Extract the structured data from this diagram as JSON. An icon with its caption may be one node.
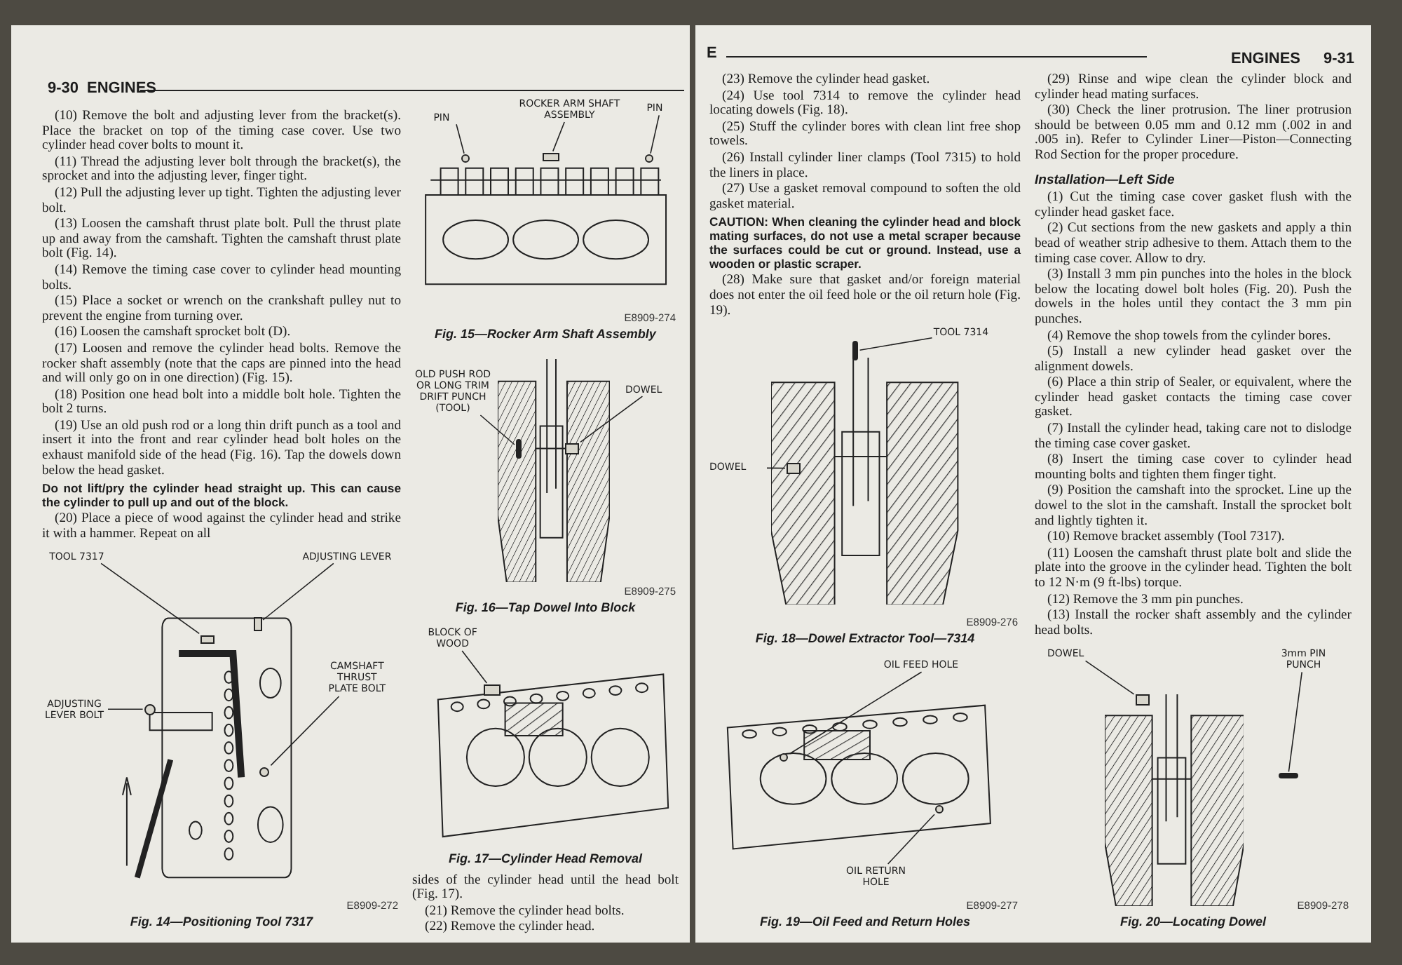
{
  "diagram": {
    "nodes": [
      {
        "text": [
          "TOOL 7317"
        ]
      },
      {
        "text": [
          "ADJUSTING LEVER"
        ]
      },
      {
        "text": [
          "ADJUSTING LEVER BOLT"
        ]
      },
      {
        "text": [
          "CAMSHAFT THRUST PLATE BOLT"
        ]
      },
      {
        "text": [
          "PIN"
        ]
      },
      {
        "text": [
          "ROCKER ARM SHAFT ASSEMBLY"
        ]
      },
      {
        "text": [
          "PIN"
        ]
      },
      {
        "text": [
          "OLD PUSH ROD OR LONG TRIM DRIFT PUNCH (TOOL)"
        ]
      },
      {
        "text": [
          "DOWEL"
        ]
      },
      {
        "text": [
          "BLOCK OF WOOD"
        ]
      },
      {
        "text": [
          "TOOL 7314"
        ]
      },
      {
        "text": [
          "DOWEL"
        ]
      },
      {
        "text": [
          "OIL FEED HOLE"
        ]
      },
      {
        "text": [
          "OIL RETURN HOLE"
        ]
      },
      {
        "text": [
          "DOWEL"
        ]
      },
      {
        "text": [
          "3mm PIN PUNCH"
        ]
      },
      {
        "text": [],
        "shape": "box"
      },
      {
        "text": [],
        "shape": "box"
      },
      {
        "text": [],
        "shape": "circle"
      },
      {
        "text": [],
        "shape": "circle"
      },
      {
        "text": [],
        "shape": "circle"
      },
      {
        "text": [],
        "shape": "box"
      },
      {
        "text": [],
        "shape": "circle"
      },
      {
        "text": [],
        "shape": "bar"
      },
      {
        "text": [],
        "shape": "box"
      },
      {
        "text": [],
        "shape": "box"
      },
      {
        "text": [],
        "shape": "bar"
      },
      {
        "text": [],
        "shape": "box"
      },
      {
        "text": [],
        "shape": "circle"
      },
      {
        "text": [],
        "shape": "circle"
      },
      {
        "text": [],
        "shape": "box"
      },
      {
        "text": [],
        "shape": "bar"
      }
    ],
    "edges": [
      {
        "from": 0,
        "to": 16,
        "arrow": "none"
      },
      {
        "from": 1,
        "to": 17,
        "arrow": "none"
      },
      {
        "from": 2,
        "to": 18,
        "arrow": "none"
      },
      {
        "from": 3,
        "to": 19,
        "arrow": "none"
      },
      {
        "from": 4,
        "to": 20,
        "arrow": "none"
      },
      {
        "from": 5,
        "to": 21,
        "arrow": "none"
      },
      {
        "from": 6,
        "to": 22,
        "arrow": "none"
      },
      {
        "from": 7,
        "to": 23,
        "arrow": "none"
      },
      {
        "from": 8,
        "to": 24,
        "arrow": "none"
      },
      {
        "from": 9,
        "to": 25,
        "arrow": "none"
      },
      {
        "from": 10,
        "to": 26,
        "arrow": "none"
      },
      {
        "from": 11,
        "to": 27,
        "arrow": "none"
      },
      {
        "from": 12,
        "to": 28,
        "arrow": "none"
      },
      {
        "from": 13,
        "to": 29,
        "arrow": "none"
      },
      {
        "from": 14,
        "to": 30,
        "arrow": "none"
      },
      {
        "from": 15,
        "to": 31,
        "arrow": "none"
      }
    ],
    "labels": [
      "9-30",
      "ENGINES",
      "(10) Remove the bolt and adjusting lever from the bracket(s). Place the bracket on top of the timing case cover. Use two cylinder head cover bolts to mount it.",
      "(11) Thread the adjusting lever bolt through the bracket(s), the sprocket and into the adjusting lever, finger tight.",
      "(12) Pull the adjusting lever up tight. Tighten the adjusting lever bolt.",
      "(13) Loosen the camshaft thrust plate bolt. Pull the thrust plate up and away from the camshaft. Tighten the camshaft thrust plate bolt (Fig. 14).",
      "(14) Remove the timing case cover to cylinder head mounting bolts.",
      "(15) Place a socket or wrench on the crankshaft pulley nut to prevent the engine from turning over.",
      "(16) Loosen the camshaft sprocket bolt (D).",
      "(17) Loosen and remove the cylinder head bolts. Remove the rocker shaft assembly (note that the caps are pinned into the head and will only go on in one direction) (Fig. 15).",
      "(18) Position one head bolt into a middle bolt hole. Tighten the bolt 2 turns.",
      "(19) Use an old push rod or a long thin drift punch as a tool and insert it into the front and rear cylinder head bolt holes on the exhaust manifold side of the head (Fig. 16). Tap the dowels down below the head gasket.",
      "Do not lift/pry the cylinder head straight up. This can cause the cylinder to pull up and out of the block.",
      "(20) Place a piece of wood against the cylinder head and strike it with a hammer. Repeat on all",
      "E8909-272",
      "Fig. 14—Positioning Tool 7317",
      "E8909-274",
      "Fig. 15—Rocker Arm Shaft Assembly",
      "E8909-275",
      "Fig. 16—Tap Dowel Into Block",
      "Fig. 17—Cylinder Head Removal",
      "sides of the cylinder head until the head bolt (Fig. 17).",
      "(21) Remove the cylinder head bolts.",
      "(22) Remove the cylinder head.",
      "E",
      "ENGINES",
      "9-31",
      "(23) Remove the cylinder head gasket.",
      "(24) Use tool 7314 to remove the cylinder head locating dowels (Fig. 18).",
      "(25) Stuff the cylinder bores with clean lint free shop towels.",
      "(26) Install cylinder liner clamps (Tool 7315) to hold the liners in place.",
      "(27) Use a gasket removal compound to soften the old gasket material.",
      "CAUTION: When cleaning the cylinder head and block mating surfaces, do not use a metal scraper because the surfaces could be cut or ground. Instead, use a wooden or plastic scraper.",
      "(28) Make sure that gasket and/or foreign material does not enter the oil feed hole or the oil return hole (Fig. 19).",
      "E8909-276",
      "Fig. 18—Dowel Extractor Tool—7314",
      "E8909-277",
      "Fig. 19—Oil Feed and Return Holes",
      "(29) Rinse and wipe clean the cylinder block and cylinder head mating surfaces.",
      "(30) Check the liner protrusion. The liner protrusion should be between 0.05 mm and 0.12 mm (.002 in and .005 in). Refer to Cylinder Liner—Piston—Connecting Rod Section for the proper procedure.",
      "Installation—Left Side",
      "(1) Cut the timing case cover gasket flush with the cylinder head gasket face.",
      "(2) Cut sections from the new gaskets and apply a thin bead of weather strip adhesive to them. Attach them to the timing case cover. Allow to dry.",
      "(3) Install 3 mm pin punches into the holes in the block below the locating dowel bolt holes (Fig. 20). Push the dowels in the holes until they contact the 3 mm pin punches.",
      "(4) Remove the shop towels from the cylinder bores.",
      "(5) Install a new cylinder head gasket over the alignment dowels.",
      "(6) Place a thin strip of Sealer, or equivalent, where the cylinder head gasket contacts the timing case cover gasket.",
      "(7) Install the cylinder head, taking care not to dislodge the timing case cover gasket.",
      "(8) Insert the timing case cover to cylinder head mounting bolts and tighten them finger tight.",
      "(9) Position the camshaft into the sprocket. Line up the dowel to the slot in the camshaft. Install the sprocket bolt and lightly tighten it.",
      "(10) Remove bracket assembly (Tool 7317).",
      "(11) Loosen the camshaft thrust plate bolt and slide the plate into the groove in the cylinder head. Tighten the bolt to 12 N·m (9 ft-lbs) torque.",
      "(12) Remove the 3 mm pin punches.",
      "(13) Install the rocker shaft assembly and the cylinder head bolts.",
      "E8909-278",
      "Fig. 20—Locating Dowel"
    ]
  }
}
